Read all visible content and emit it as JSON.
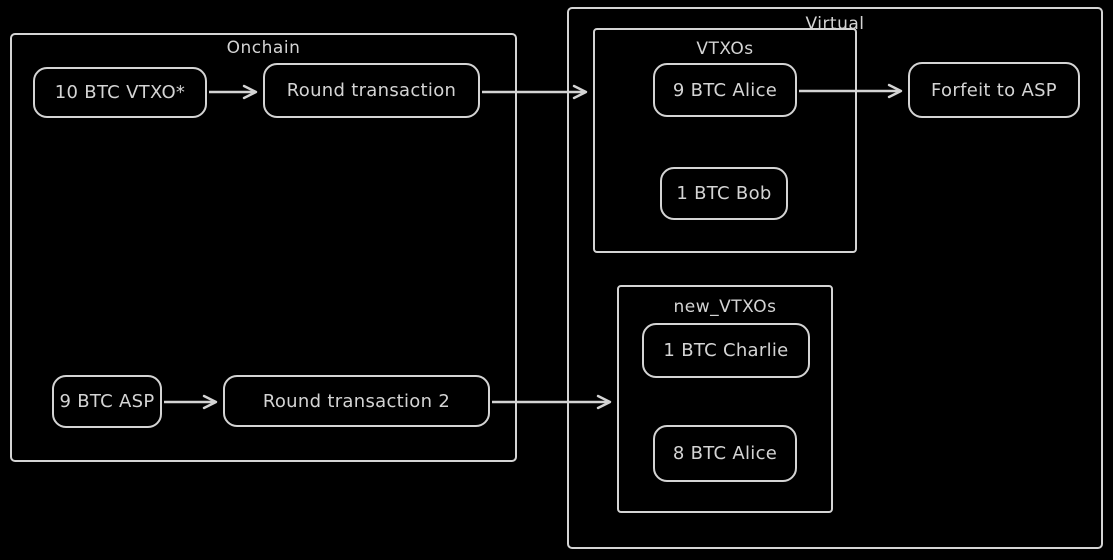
{
  "colors": {
    "background": "#000000",
    "stroke": "#d4d4d4"
  },
  "containers": {
    "onchain": {
      "label": "Onchain"
    },
    "virtual": {
      "label": "Virtual"
    },
    "vtxos": {
      "label": "VTXOs"
    },
    "new_vtxos": {
      "label": "new_VTXOs"
    }
  },
  "nodes": {
    "vtxo_10btc": {
      "label": "10 BTC VTXO*"
    },
    "round_transaction": {
      "label": "Round transaction"
    },
    "asp_9btc": {
      "label": "9 BTC ASP"
    },
    "round_transaction_2": {
      "label": "Round transaction 2"
    },
    "alice_9btc": {
      "label": "9 BTC Alice"
    },
    "bob_1btc": {
      "label": "1 BTC Bob"
    },
    "forfeit_to_asp": {
      "label": "Forfeit to ASP"
    },
    "charlie_1btc": {
      "label": "1 BTC Charlie"
    },
    "alice_8btc": {
      "label": "8 BTC Alice"
    }
  },
  "edges": [
    {
      "from": "vtxo_10btc",
      "to": "round_transaction"
    },
    {
      "from": "round_transaction",
      "to": "vtxos"
    },
    {
      "from": "alice_9btc",
      "to": "forfeit_to_asp"
    },
    {
      "from": "asp_9btc",
      "to": "round_transaction_2"
    },
    {
      "from": "round_transaction_2",
      "to": "new_vtxos"
    }
  ]
}
